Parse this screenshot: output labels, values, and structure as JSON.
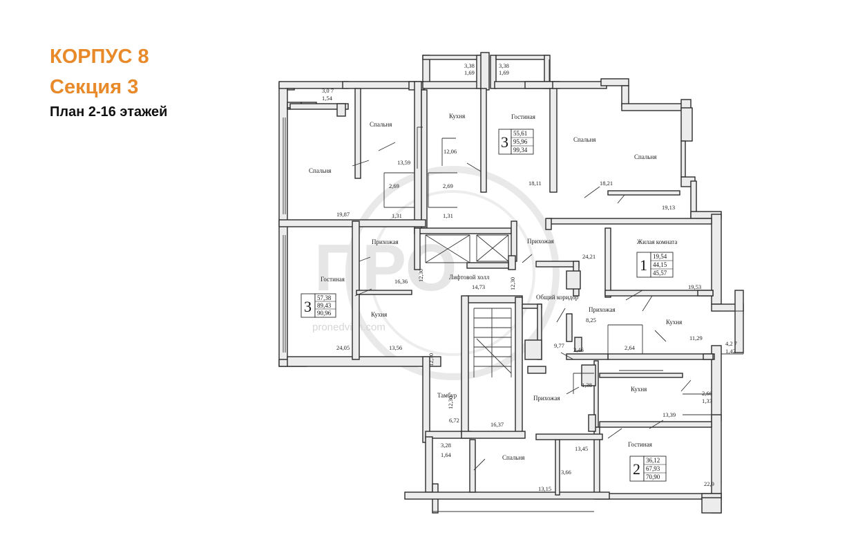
{
  "header": {
    "title": "КОРПУС 8",
    "subtitle": "Секция 3",
    "plan": "План 2-16 этажей"
  },
  "watermark": "pronedvizh.com",
  "rooms": [
    {
      "id": "r1",
      "label": "Спальня",
      "area": "19,87"
    },
    {
      "id": "r2",
      "label": "Спальня",
      "area": "13,59"
    },
    {
      "id": "r3",
      "label": "Кухня",
      "area": "12,06"
    },
    {
      "id": "r4",
      "label": "Гостиная",
      "area": "18,11"
    },
    {
      "id": "r5",
      "label": "Спальня",
      "area": "18,21"
    },
    {
      "id": "r6",
      "label": "Спальня",
      "area": "19,13"
    },
    {
      "id": "r7",
      "label": "Гостиная",
      "area": "24,05"
    },
    {
      "id": "r8",
      "label": "Кухня",
      "area": "13,56"
    },
    {
      "id": "r9",
      "label": "Прихожая",
      "area": "16,36"
    },
    {
      "id": "r10",
      "label": "Лифтовой холл",
      "area": "14,73"
    },
    {
      "id": "r11",
      "label": "Прихожая",
      "area": "24,21"
    },
    {
      "id": "r12",
      "label": "Жилая комната",
      "area": "19,53"
    },
    {
      "id": "r13",
      "label": "Общий коридор",
      "area": ""
    },
    {
      "id": "r14",
      "label": "Прихожая",
      "area": "8,25"
    },
    {
      "id": "r15",
      "label": "Кухня",
      "area": "11,29"
    },
    {
      "id": "r16",
      "label": "Тамбур",
      "area": "6,72"
    },
    {
      "id": "r17",
      "label": "Прихожая",
      "area": "9,77"
    },
    {
      "id": "r18",
      "label": "Кухня",
      "area": "13,39"
    },
    {
      "id": "r19",
      "label": "Спальня",
      "area": "13,15"
    },
    {
      "id": "r20",
      "label": "Гостиная",
      "area": "22,9"
    }
  ],
  "small_areas": [
    "2,69",
    "2,69",
    "1,31",
    "1,31",
    "16,37",
    "2,46",
    "2,64",
    "1,38",
    "13,45",
    "3,66"
  ],
  "balconies": [
    {
      "top": "3,0 7",
      "bottom": "1,54"
    },
    {
      "top": "3,38",
      "bottom": "1,69"
    },
    {
      "top": "3,38",
      "bottom": "1,69"
    },
    {
      "top": "4,2 7",
      "bottom": "1,42"
    },
    {
      "top": "2,66",
      "bottom": "1,33"
    },
    {
      "top": "3,28",
      "bottom": "1,64"
    }
  ],
  "dims": [
    "12,30",
    "12,30",
    "12,30",
    "12,30"
  ],
  "apartments": [
    {
      "id": "a1",
      "rooms": "3",
      "living": "57,38",
      "total": "89,43",
      "total_b": "90,96"
    },
    {
      "id": "a2",
      "rooms": "3",
      "living": "55,61",
      "total": "95,96",
      "total_b": "99,34"
    },
    {
      "id": "a3",
      "rooms": "1",
      "living": "19,54",
      "total": "44,15",
      "total_b": "45,57"
    },
    {
      "id": "a4",
      "rooms": "2",
      "living": "36,12",
      "total": "67,93",
      "total_b": "70,90"
    }
  ],
  "colors": {
    "accent": "#e8892a",
    "text": "#111111",
    "wall": "#2b2b2b",
    "wall_fill": "#ececec"
  }
}
